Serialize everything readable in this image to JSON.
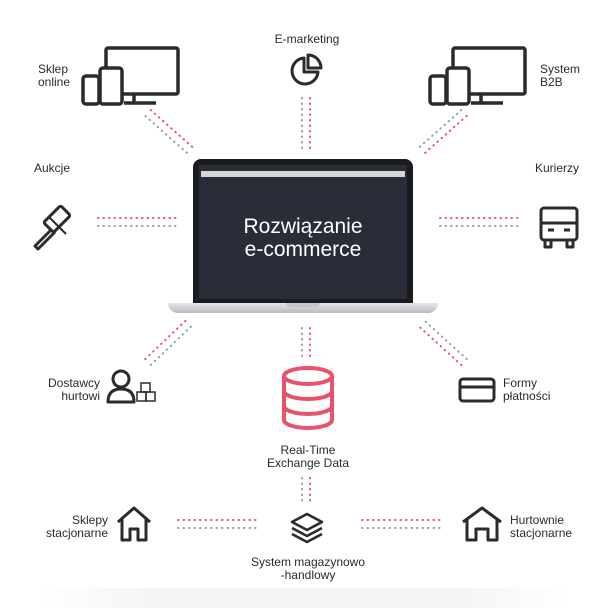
{
  "center": {
    "title_line1": "Rozwiązanie",
    "title_line2": "e-commerce"
  },
  "nodes": {
    "sklep_online": {
      "line1": "Sklep",
      "line2": "online"
    },
    "e_marketing": {
      "label": "E-marketing"
    },
    "system_b2b": {
      "line1": "System",
      "line2": "B2B"
    },
    "aukcje": {
      "label": "Aukcje"
    },
    "kurierzy": {
      "label": "Kurierzy"
    },
    "dostawcy_hurtowi": {
      "line1": "Dostawcy",
      "line2": "hurtowi"
    },
    "formy_platnosci": {
      "line1": "Formy",
      "line2": "płatności"
    },
    "real_time_exchange_data": {
      "line1": "Real-Time",
      "line2": "Exchange Data"
    },
    "sklepy_stacjonarne": {
      "line1": "Sklepy",
      "line2": "stacjonarne"
    },
    "hurtownie_stacjonarne": {
      "line1": "Hurtownie",
      "line2": "stacjonarne"
    },
    "system_magazynowo_handlowy": {
      "line1": "System magazynowo",
      "line2": "-handlowy"
    }
  },
  "colors": {
    "icon_dark": "#2b2b2b",
    "accent_pink": "#e8536b",
    "screen_bg": "#2a2d38",
    "connector_gray": "#9a9ca3"
  },
  "icons": {
    "sklep_online": "devices-icon",
    "e_marketing": "pie-chart-icon",
    "system_b2b": "devices-icon",
    "aukcje": "gavel-icon",
    "kurierzy": "truck-icon",
    "dostawcy_hurtowi": "supplier-icon",
    "formy_platnosci": "credit-card-icon",
    "real_time_exchange_data": "database-icon",
    "sklepy_stacjonarne": "house-icon",
    "hurtownie_stacjonarne": "warehouse-icon",
    "system_magazynowo_handlowy": "layers-icon"
  }
}
